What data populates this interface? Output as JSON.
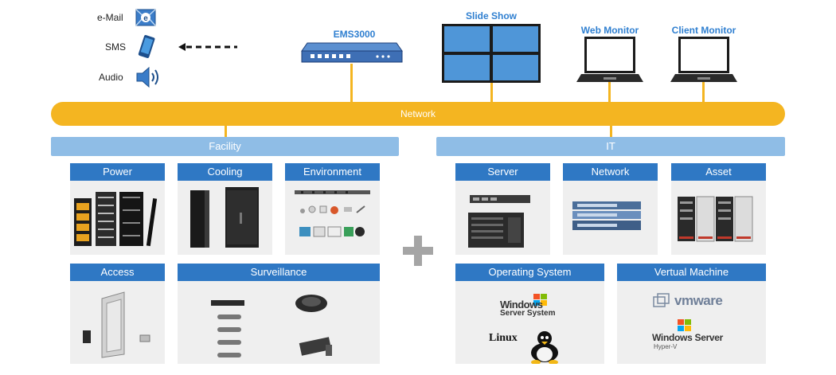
{
  "notify": {
    "email": "e-Mail",
    "sms": "SMS",
    "audio": "Audio"
  },
  "top": {
    "ems": "EMS3000",
    "slideshow": "Slide Show",
    "web_monitor": "Web Monitor",
    "client_monitor": "Client Monitor"
  },
  "network_bar": "Network",
  "sections": {
    "facility": "Facility",
    "it": "IT"
  },
  "facility_cards": {
    "power": "Power",
    "cooling": "Cooling",
    "environment": "Environment",
    "access": "Access",
    "surveillance": "Surveillance"
  },
  "it_cards": {
    "server": "Server",
    "network": "Network",
    "asset": "Asset",
    "os": "Operating System",
    "vm": "Vertual Machine"
  },
  "logos": {
    "windows": "Windows",
    "server_system": "Server System",
    "linux": "Linux",
    "vmware": "vmware",
    "windows_server": "Windows Server",
    "hyperv": "Hyper-V"
  },
  "colors": {
    "network": "#f4b521",
    "section": "#8fbde6",
    "card_header": "#2f78c4",
    "card_bg": "#efefef",
    "label_blue": "#2f7fd0"
  }
}
